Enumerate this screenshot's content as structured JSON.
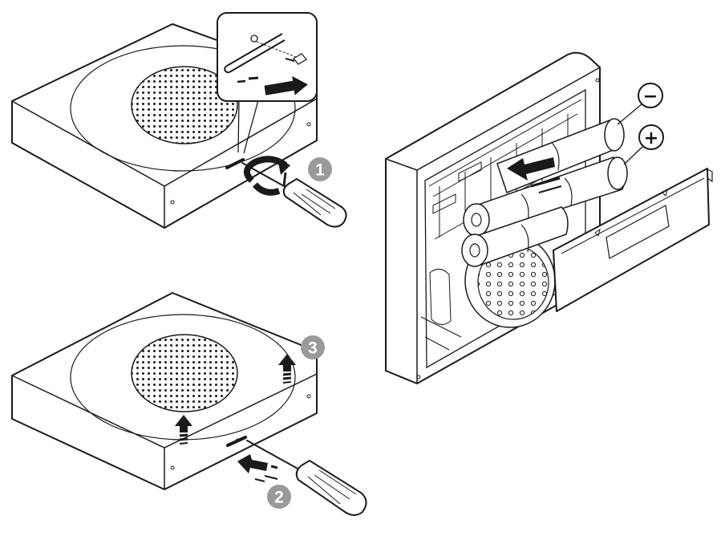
{
  "steps": [
    {
      "number": "1"
    },
    {
      "number": "2"
    },
    {
      "number": "3"
    }
  ],
  "polarity": {
    "negative": "−",
    "positive": "+"
  },
  "colors": {
    "line": "#1a1a1a",
    "badge": "#9a9a9a",
    "arrow_dark": "#1a1a1a",
    "arrow_grey": "#8c8c8c"
  }
}
